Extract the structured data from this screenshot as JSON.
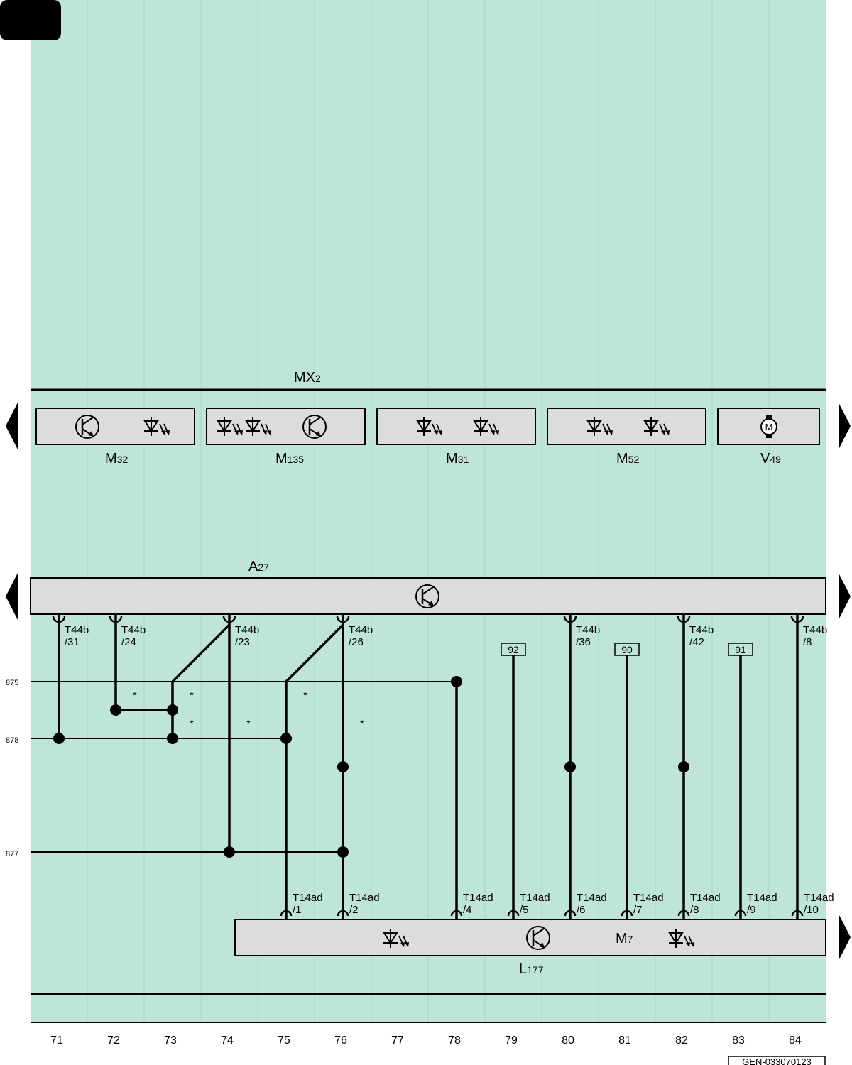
{
  "header": {
    "bus_title": "MX",
    "bus_sub": "2"
  },
  "components_top": [
    {
      "main": "M",
      "sub": "32",
      "symbols": [
        "transistor-icon",
        "led-icon"
      ]
    },
    {
      "main": "M",
      "sub": "135",
      "symbols": [
        "led-icon",
        "led-icon",
        "transistor-icon"
      ]
    },
    {
      "main": "M",
      "sub": "31",
      "symbols": [
        "led-icon",
        "led-icon"
      ]
    },
    {
      "main": "M",
      "sub": "52",
      "symbols": [
        "led-icon",
        "led-icon"
      ]
    },
    {
      "main": "V",
      "sub": "49",
      "symbols": [
        "motor-icon"
      ]
    }
  ],
  "motor_letter": "M",
  "control_unit": {
    "main": "A",
    "sub": "27"
  },
  "top_connectors": [
    {
      "col": 71,
      "name": "T44b",
      "pin": "/31"
    },
    {
      "col": 72,
      "name": "T44b",
      "pin": "/24"
    },
    {
      "col": 74,
      "name": "T44b",
      "pin": "/23"
    },
    {
      "col": 76,
      "name": "T44b",
      "pin": "/26"
    },
    {
      "col": 80,
      "name": "T44b",
      "pin": "/36"
    },
    {
      "col": 82,
      "name": "T44b",
      "pin": "/42"
    },
    {
      "col": 84,
      "name": "T44b",
      "pin": "/8"
    }
  ],
  "ref_boxes": [
    {
      "col": 79,
      "label": "92"
    },
    {
      "col": 81,
      "label": "90"
    },
    {
      "col": 83,
      "label": "91"
    }
  ],
  "wire_rows": [
    {
      "label": "875"
    },
    {
      "label": "878"
    },
    {
      "label": "877"
    }
  ],
  "asterisks": [
    "*",
    "*",
    "*",
    "*",
    "*",
    "*"
  ],
  "bottom_connectors": [
    {
      "col": 75,
      "name": "T14ad",
      "pin": "/1"
    },
    {
      "col": 76,
      "name": "T14ad",
      "pin": "/2"
    },
    {
      "col": 78,
      "name": "T14ad",
      "pin": "/4"
    },
    {
      "col": 79,
      "name": "T14ad",
      "pin": "/5"
    },
    {
      "col": 80,
      "name": "T14ad",
      "pin": "/6"
    },
    {
      "col": 81,
      "name": "T14ad",
      "pin": "/7"
    },
    {
      "col": 82,
      "name": "T14ad",
      "pin": "/8"
    },
    {
      "col": 83,
      "name": "T14ad",
      "pin": "/9"
    },
    {
      "col": 84,
      "name": "T14ad",
      "pin": "/10"
    }
  ],
  "bottom_component": {
    "inner": {
      "main": "M",
      "sub": "7"
    },
    "below": {
      "main": "L",
      "sub": "177"
    }
  },
  "column_numbers": [
    "71",
    "72",
    "73",
    "74",
    "75",
    "76",
    "77",
    "78",
    "79",
    "80",
    "81",
    "82",
    "83",
    "84"
  ],
  "footer_code": "GEN-033070123",
  "colors": {
    "background": "#bfe5d8",
    "column_line": "#a7d7c3",
    "component_fill": "#dcdcdc",
    "wire": "#000000",
    "frame": "#ffffff"
  }
}
